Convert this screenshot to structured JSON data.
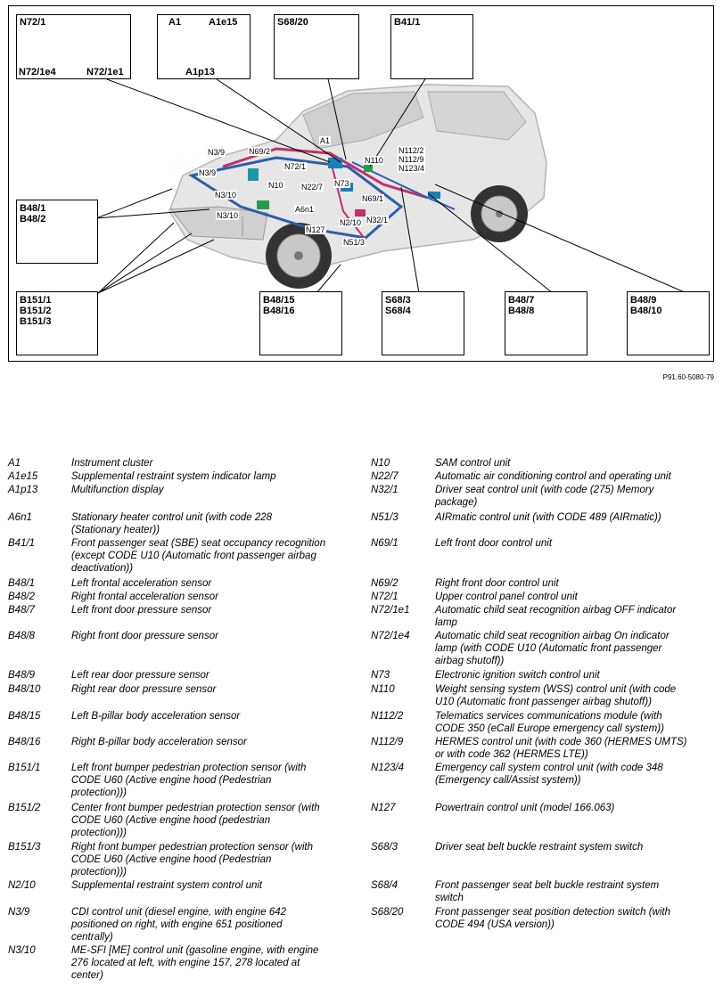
{
  "figure_code": "P91.60-5080-79",
  "boxes": {
    "n72_1": {
      "title": "N72/1",
      "sub1": "N72/1e4",
      "sub2": "N72/1e1"
    },
    "a1": {
      "t1": "A1",
      "t2": "A1e15",
      "t3": "A1p13"
    },
    "s68_20": {
      "title": "S68/20"
    },
    "b41_1": {
      "title": "B41/1"
    },
    "b48_1": {
      "title": "B48/1\nB48/2"
    },
    "b151": {
      "title": "B151/1\nB151/2\nB151/3"
    },
    "b48_15": {
      "title": "B48/15\nB48/16"
    },
    "s68_3": {
      "title": "S68/3\nS68/4"
    },
    "b48_7": {
      "title": "B48/7\nB48/8"
    },
    "b48_9": {
      "title": "B48/9\nB48/10"
    }
  },
  "callouts": {
    "a1": "A1",
    "n3_9a": "N3/9",
    "n69_2": "N69/2",
    "n72_1": "N72/1",
    "n3_9b": "N3/9",
    "n10": "N10",
    "n22_7": "N22/7",
    "n73": "N73",
    "n110": "N110",
    "n112": "N112/2\nN112/9\nN123/4",
    "n3_10a": "N3/10",
    "n69_1": "N69/1",
    "a6n1": "A6n1",
    "n3_10b": "N3/10",
    "n2_10": "N2/10",
    "n32_1": "N32/1",
    "n127": "N127",
    "n51_3": "N51/3"
  },
  "legend_left": [
    {
      "code": "A1",
      "desc": "Instrument cluster"
    },
    {
      "code": "A1e15",
      "desc": "Supplemental restraint system indicator lamp"
    },
    {
      "code": "A1p13",
      "desc": "Multifunction display"
    },
    {
      "code": "A6n1",
      "desc": "Stationary heater control unit (with code 228\n(Stationary heater))"
    },
    {
      "code": "B41/1",
      "desc": "Front passenger seat (SBE) seat occupancy recognition\n(except CODE U10 (Automatic front passenger airbag\ndeactivation))"
    },
    {
      "code": "B48/1",
      "desc": "Left frontal acceleration sensor"
    },
    {
      "code": "B48/2",
      "desc": "Right frontal acceleration sensor"
    },
    {
      "code": "B48/7",
      "desc": "Left front door pressure sensor"
    },
    {
      "code": "B48/8",
      "desc": "Right front door pressure sensor"
    },
    {
      "code": "B48/9",
      "desc": "Left rear door pressure sensor"
    },
    {
      "code": "B48/10",
      "desc": "Right rear door pressure sensor"
    },
    {
      "code": "B48/15",
      "desc": "Left B-pillar body acceleration sensor"
    },
    {
      "code": "B48/16",
      "desc": "Right B-pillar body acceleration sensor"
    },
    {
      "code": "B151/1",
      "desc": "Left front bumper pedestrian protection sensor (with\nCODE U60 (Active engine hood (Pedestrian\nprotection)))"
    },
    {
      "code": "B151/2",
      "desc": "Center front bumper pedestrian protection sensor (with\nCODE U60 (Active engine hood (pedestrian\nprotection)))"
    },
    {
      "code": "B151/3",
      "desc": "Right front bumper pedestrian protection sensor (with\nCODE U60 (Active engine hood (Pedestrian\nprotection)))"
    },
    {
      "code": "N2/10",
      "desc": "Supplemental restraint system control unit"
    },
    {
      "code": "N3/9",
      "desc": "CDI control unit (diesel engine, with engine 642\npositioned on right, with engine 651 positioned\ncentrally)"
    },
    {
      "code": "N3/10",
      "desc": "ME-SFI [ME] control unit (gasoline engine, with engine\n276 located at left, with engine 157, 278 located at\ncenter)"
    }
  ],
  "legend_right": [
    {
      "code": "N10",
      "desc": "SAM control unit"
    },
    {
      "code": "N22/7",
      "desc": "Automatic air conditioning control and operating unit"
    },
    {
      "code": "N32/1",
      "desc": "Driver seat control unit (with code (275) Memory\npackage)"
    },
    {
      "code": "N51/3",
      "desc": "AIRmatic control unit (with CODE 489 (AIRmatic))"
    },
    {
      "code": "N69/1",
      "desc": "Left front door control unit"
    },
    {
      "code": "N69/2",
      "desc": "Right front door control unit"
    },
    {
      "code": "N72/1",
      "desc": "Upper control panel control unit"
    },
    {
      "code": "N72/1e1",
      "desc": "Automatic child seat recognition airbag OFF indicator\nlamp"
    },
    {
      "code": "N72/1e4",
      "desc": "Automatic child seat recognition airbag On indicator\nlamp (with CODE U10 (Automatic front passenger\nairbag shutoff))"
    },
    {
      "code": "N73",
      "desc": "Electronic ignition switch control unit"
    },
    {
      "code": "N110",
      "desc": "Weight sensing system (WSS) control unit (with code\nU10 (Automatic front passenger airbag shutoff))"
    },
    {
      "code": "N112/2",
      "desc": "Telematics services communications module (with\nCODE 350 (eCall Europe emergency call system))"
    },
    {
      "code": "N112/9",
      "desc": "HERMES control unit (with code 360 (HERMES UMTS)\nor with code 362 (HERMES LTE))"
    },
    {
      "code": "N123/4",
      "desc": "Emergency call system control unit (with code 348\n(Emergency call/Assist system))"
    },
    {
      "code": "N127",
      "desc": "Powertrain control unit (model 166.063)"
    },
    {
      "code": "S68/3",
      "desc": "Driver seat belt buckle restraint system switch"
    },
    {
      "code": "S68/4",
      "desc": "Front passenger seat belt buckle restraint system\nswitch"
    },
    {
      "code": "S68/20",
      "desc": "Front passenger seat position detection switch (with\nCODE 494 (USA version))"
    }
  ]
}
